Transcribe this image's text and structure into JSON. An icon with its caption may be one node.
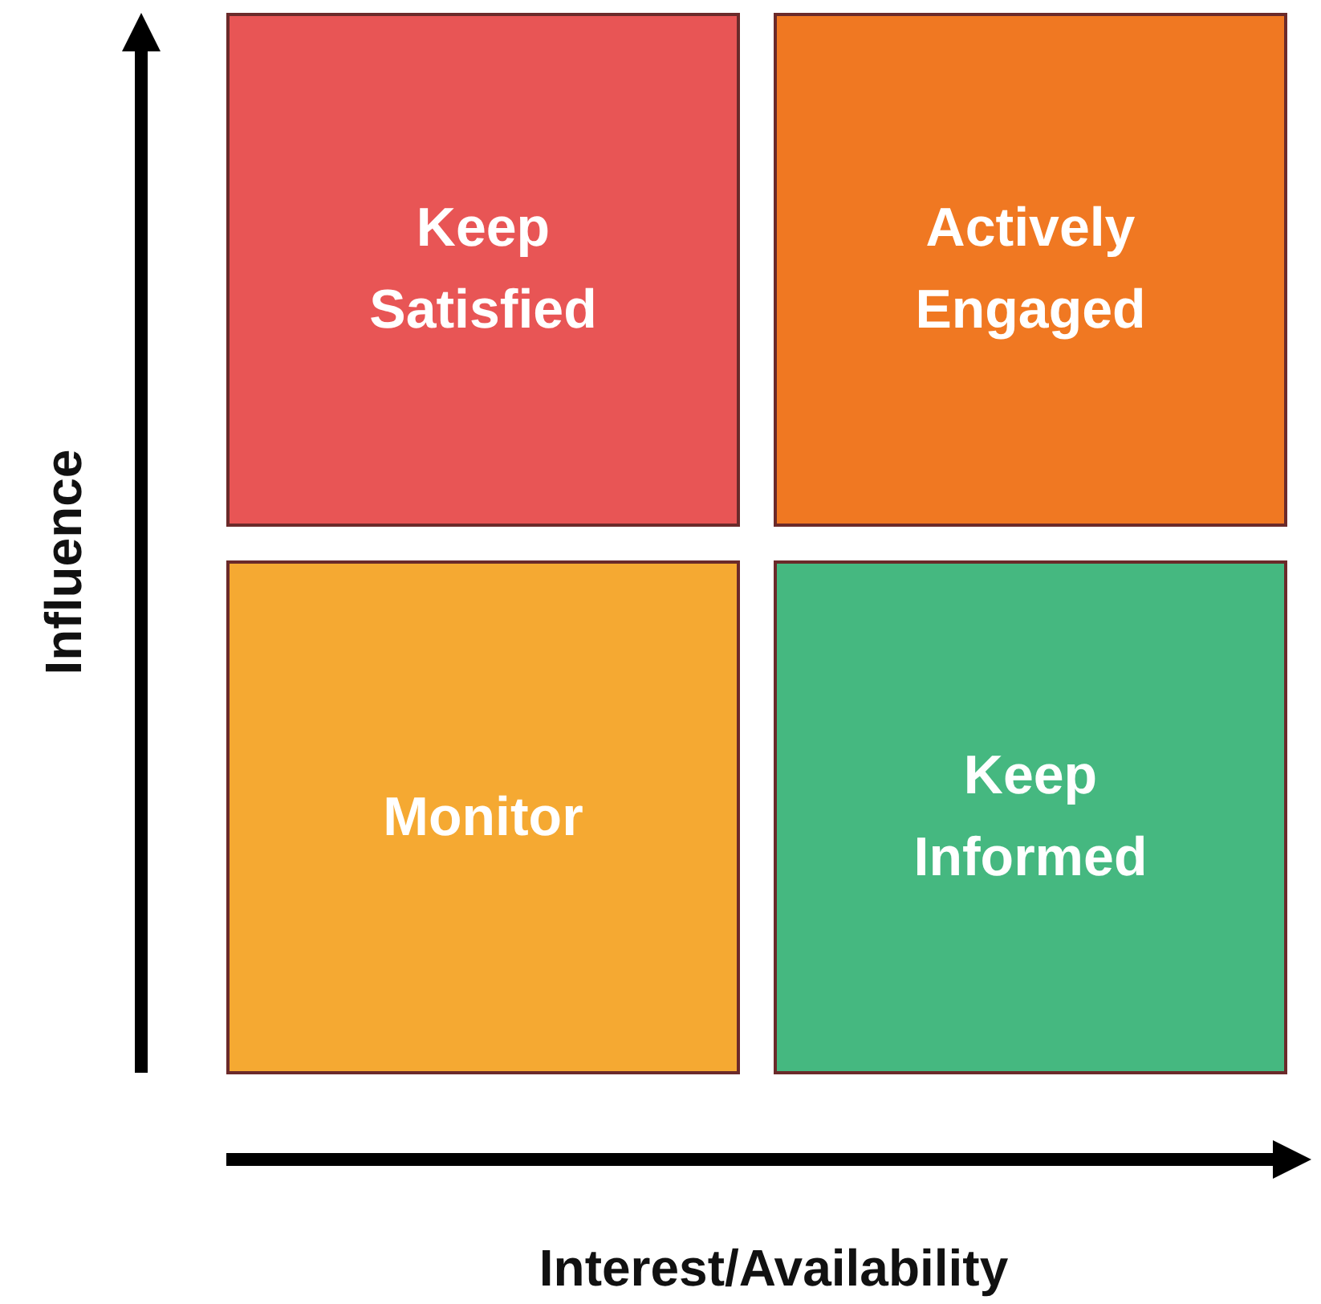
{
  "diagram": {
    "nodes": [
      {
        "text": [
          "Keep Satisfied"
        ]
      },
      {
        "text": [
          "Actively Engaged"
        ]
      },
      {
        "text": [
          "Monitor"
        ]
      },
      {
        "text": [
          "Keep Informed"
        ]
      }
    ],
    "labels": [
      "Influence",
      "Interest/Availability"
    ]
  }
}
